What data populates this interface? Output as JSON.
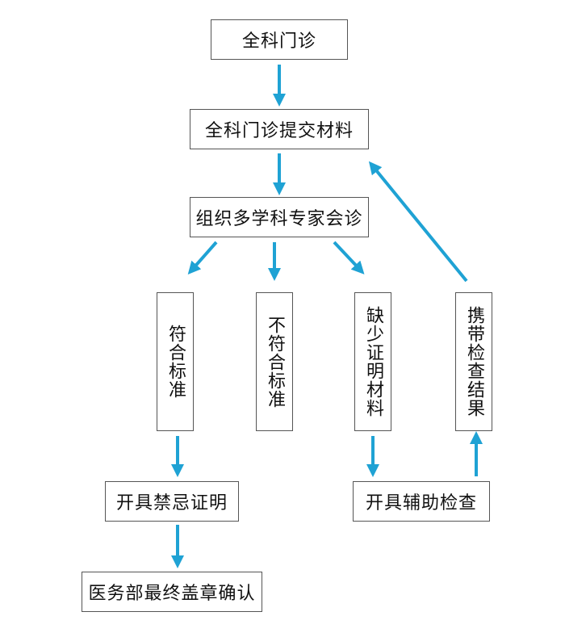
{
  "diagram": {
    "nodes": {
      "general_clinic": "全科门诊",
      "submit_materials": "全科门诊提交材料",
      "mdt_consult": "组织多学科专家会诊",
      "meets_criteria": "符合标准",
      "not_meets_criteria": "不符合标准",
      "missing_proof": "缺少证明材料",
      "bring_results": "携带检查结果",
      "issue_contraindication": "开具禁忌证明",
      "issue_aux_exam": "开具辅助检查",
      "final_confirm": "医务部最终盖章确认"
    },
    "colors": {
      "arrow": "#1fa2d4",
      "border": "#555555",
      "text": "#111111"
    }
  }
}
